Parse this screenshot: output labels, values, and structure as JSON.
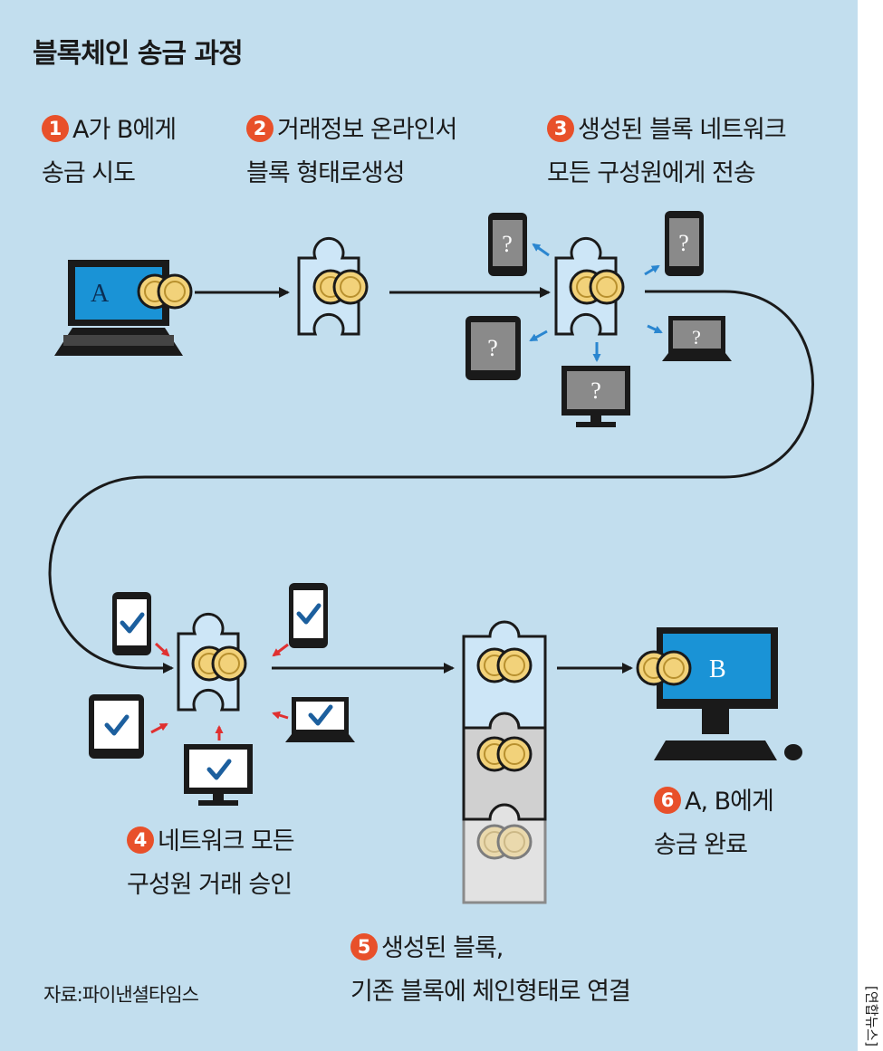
{
  "title": "블록체인 송금 과정",
  "steps": [
    {
      "num": "1",
      "line1": "A가 B에게",
      "line2": "송금 시도"
    },
    {
      "num": "2",
      "line1": "거래정보 온라인서",
      "line2": "블록 형태로생성"
    },
    {
      "num": "3",
      "line1": "생성된 블록 네트워크",
      "line2": "모든 구성원에게 전송"
    },
    {
      "num": "4",
      "line1": "네트워크 모든",
      "line2": "구성원 거래 승인"
    },
    {
      "num": "5",
      "line1": "생성된 블록,",
      "line2": "기존 블록에 체인형태로 연결"
    },
    {
      "num": "6",
      "line1": "A, B에게",
      "line2": "송금 완료"
    }
  ],
  "screen_labels": {
    "sender": "A",
    "receiver": "B",
    "unknown": "?"
  },
  "source": "자료:파이낸셜타임스",
  "credit": "[연합뉴스]",
  "colors": {
    "background": "#c2deee",
    "block": "#cde6f7",
    "coin": "#f2d27a",
    "step_badge": "#e8502a",
    "screen": "#1a93d6",
    "arrow_out": "#2a86d0",
    "arrow_in": "#e03030",
    "check": "#1c5f9e"
  }
}
